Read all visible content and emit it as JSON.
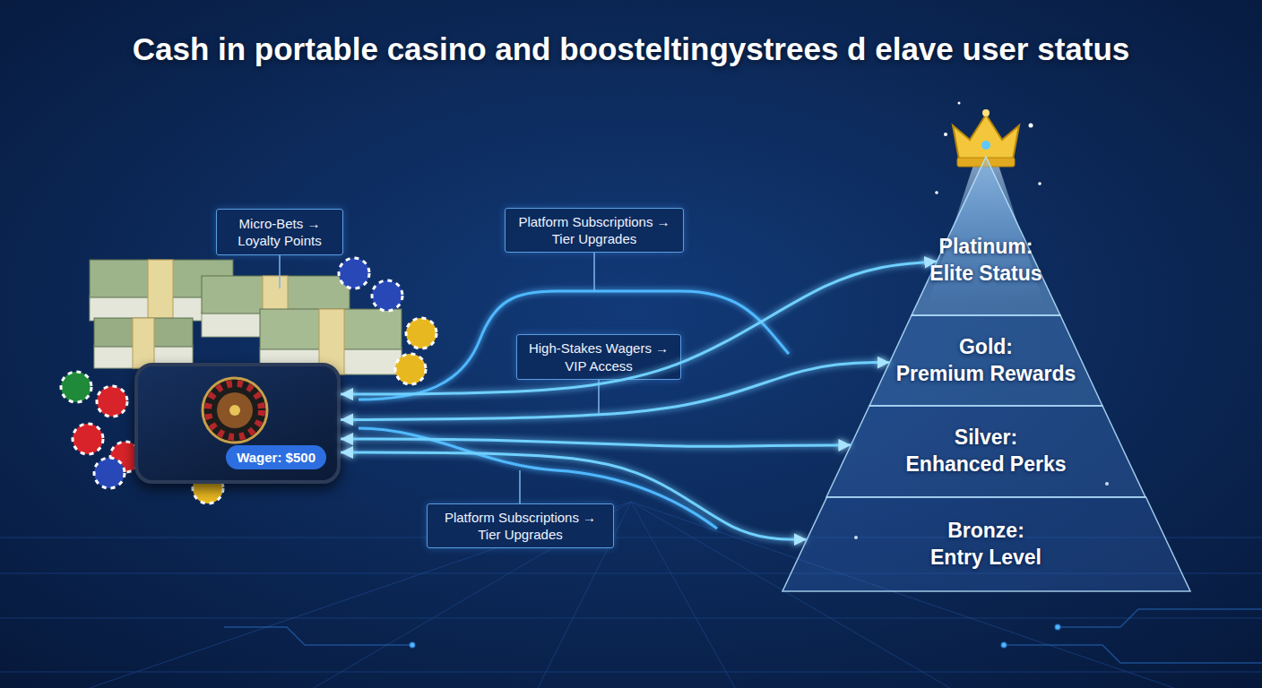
{
  "diagram": {
    "title": "Cash in portable casino and boosteltingystrees d elave user status",
    "nodes": [
      {
        "text": [
          "Micro-Bets → Loyalty Points"
        ]
      },
      {
        "text": [
          "Platform Subscriptions → Tier Upgrades"
        ]
      },
      {
        "text": [
          "High-Stakes Wagers → VIP Access"
        ]
      },
      {
        "text": [
          "Platform Subscriptions → Tier Upgrades"
        ]
      },
      {
        "text": [
          "Wager: $500"
        ]
      },
      {
        "text": [
          "Platinum:",
          "Elite Status"
        ]
      },
      {
        "text": [
          "Gold:",
          "Premium Rewards"
        ]
      },
      {
        "text": [
          "Silver:",
          "Enhanced Perks"
        ]
      },
      {
        "text": [
          "Bronze:",
          "Entry Level"
        ]
      }
    ],
    "edges": [
      {
        "from": 4,
        "to": 5,
        "arrow": "both"
      },
      {
        "from": 4,
        "to": 6,
        "arrow": "both"
      },
      {
        "from": 4,
        "to": 7,
        "arrow": "both"
      },
      {
        "from": 4,
        "to": 8,
        "arrow": "both"
      }
    ]
  }
}
